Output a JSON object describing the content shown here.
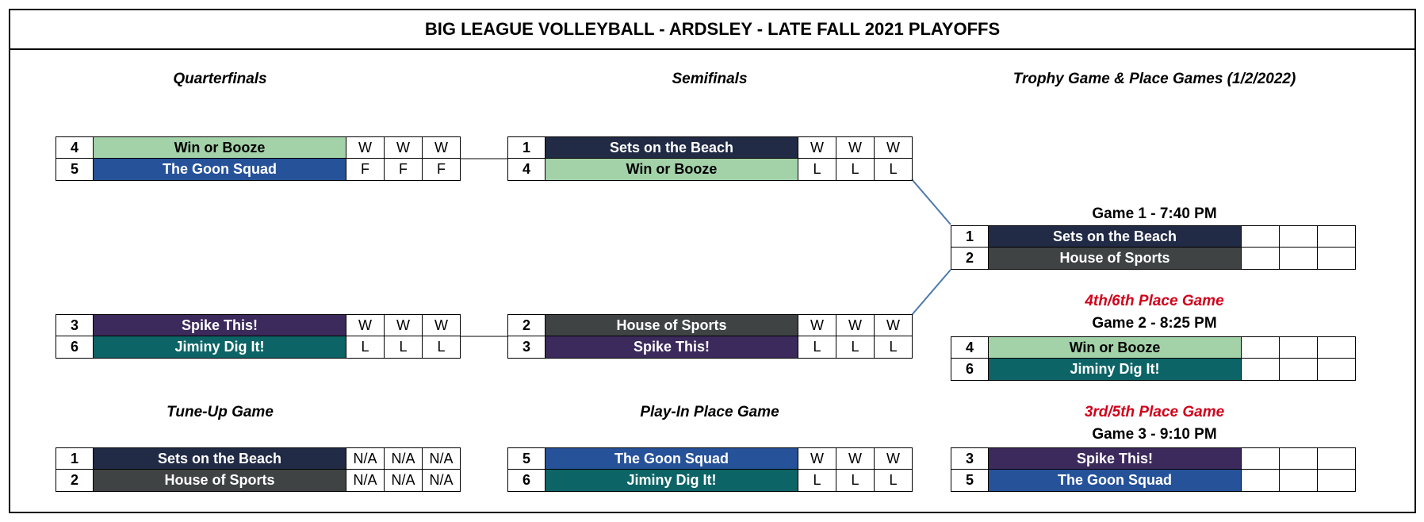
{
  "title": "BIG LEAGUE VOLLEYBALL - ARDSLEY - LATE FALL 2021 PLAYOFFS",
  "headers": {
    "quarterfinals": "Quarterfinals",
    "semifinals": "Semifinals",
    "trophy": "Trophy Game & Place Games (1/2/2022)",
    "tuneup": "Tune-Up Game",
    "playin": "Play-In Place Game"
  },
  "place_labels": {
    "fourth_sixth": "4th/6th Place Game",
    "third_fifth": "3rd/5th Place Game"
  },
  "game_labels": {
    "game1": "Game 1 - 7:40 PM",
    "game2": "Game 2 - 8:25 PM",
    "game3": "Game 3 - 9:10 PM"
  },
  "matches": {
    "qf1": [
      {
        "seed": "4",
        "team": "Win or Booze",
        "results": [
          "W",
          "W",
          "W"
        ],
        "color": "#a3d2a8"
      },
      {
        "seed": "5",
        "team": "The Goon Squad",
        "results": [
          "F",
          "F",
          "F"
        ],
        "color": "#26529a"
      }
    ],
    "qf2": [
      {
        "seed": "3",
        "team": "Spike This!",
        "results": [
          "W",
          "W",
          "W"
        ],
        "color": "#3c2a5c"
      },
      {
        "seed": "6",
        "team": "Jiminy Dig It!",
        "results": [
          "L",
          "L",
          "L"
        ],
        "color": "#0d6466"
      }
    ],
    "sf1": [
      {
        "seed": "1",
        "team": "Sets on the Beach",
        "results": [
          "W",
          "W",
          "W"
        ],
        "color": "#222b45"
      },
      {
        "seed": "4",
        "team": "Win or Booze",
        "results": [
          "L",
          "L",
          "L"
        ],
        "color": "#a3d2a8"
      }
    ],
    "sf2": [
      {
        "seed": "2",
        "team": "House of Sports",
        "results": [
          "W",
          "W",
          "W"
        ],
        "color": "#3f4344"
      },
      {
        "seed": "3",
        "team": "Spike This!",
        "results": [
          "L",
          "L",
          "L"
        ],
        "color": "#3c2a5c"
      }
    ],
    "tuneup": [
      {
        "seed": "1",
        "team": "Sets on the Beach",
        "results": [
          "N/A",
          "N/A",
          "N/A"
        ],
        "color": "#222b45"
      },
      {
        "seed": "2",
        "team": "House of Sports",
        "results": [
          "N/A",
          "N/A",
          "N/A"
        ],
        "color": "#3f4344"
      }
    ],
    "playin": [
      {
        "seed": "5",
        "team": "The Goon Squad",
        "results": [
          "W",
          "W",
          "W"
        ],
        "color": "#26529a"
      },
      {
        "seed": "6",
        "team": "Jiminy Dig It!",
        "results": [
          "L",
          "L",
          "L"
        ],
        "color": "#0d6466"
      }
    ],
    "game1": [
      {
        "seed": "1",
        "team": "Sets on the Beach",
        "results": [
          "",
          "",
          ""
        ],
        "color": "#222b45"
      },
      {
        "seed": "2",
        "team": "House of Sports",
        "results": [
          "",
          "",
          ""
        ],
        "color": "#3f4344"
      }
    ],
    "game2": [
      {
        "seed": "4",
        "team": "Win or Booze",
        "results": [
          "",
          "",
          ""
        ],
        "color": "#a3d2a8"
      },
      {
        "seed": "6",
        "team": "Jiminy Dig It!",
        "results": [
          "",
          "",
          ""
        ],
        "color": "#0d6466"
      }
    ],
    "game3": [
      {
        "seed": "3",
        "team": "Spike This!",
        "results": [
          "",
          "",
          ""
        ],
        "color": "#3c2a5c"
      },
      {
        "seed": "5",
        "team": "The Goon Squad",
        "results": [
          "",
          "",
          ""
        ],
        "color": "#26529a"
      }
    ]
  }
}
